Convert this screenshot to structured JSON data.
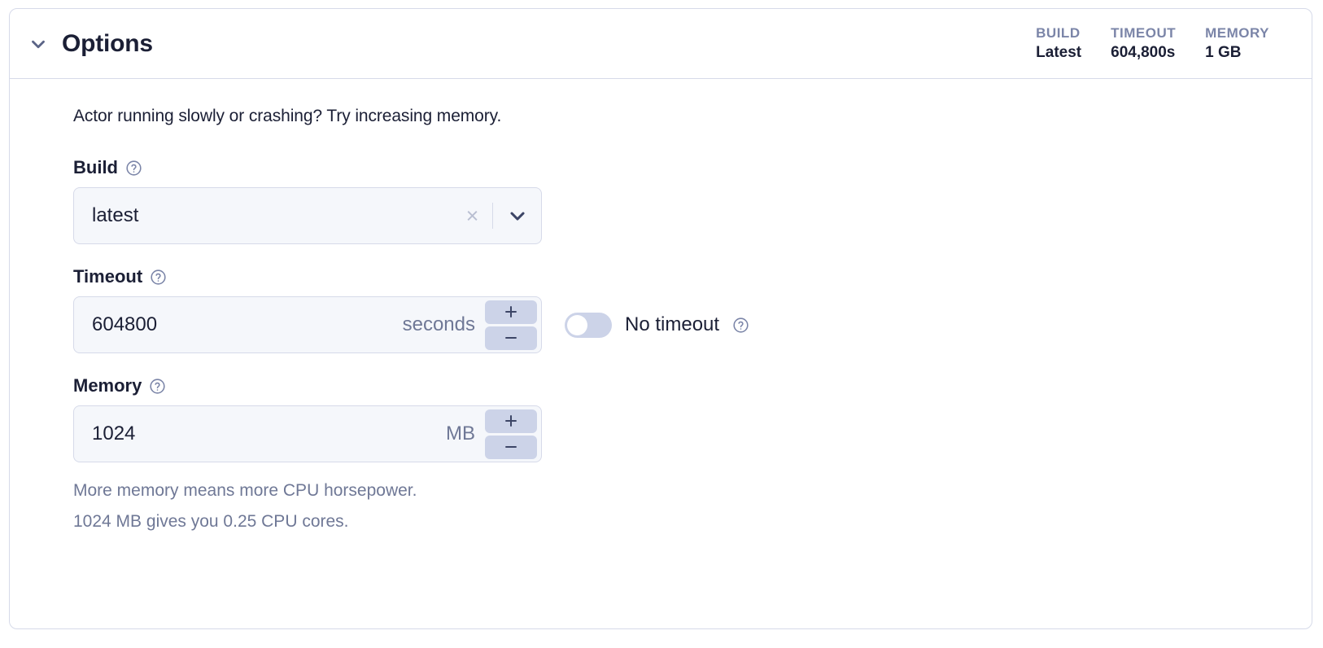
{
  "card": {
    "header": {
      "title": "Options",
      "collapse_icon": "chevron-down-icon",
      "summary": [
        {
          "label": "BUILD",
          "value": "Latest"
        },
        {
          "label": "TIMEOUT",
          "value": "604,800s"
        },
        {
          "label": "MEMORY",
          "value": "1 GB"
        }
      ]
    },
    "body": {
      "intro_text": "Actor running slowly or crashing? Try increasing memory.",
      "build": {
        "label": "Build",
        "help_icon": "help-circle-icon",
        "value": "latest",
        "clear_icon": "close-icon",
        "dropdown_icon": "chevron-down-icon"
      },
      "timeout": {
        "label": "Timeout",
        "help_icon": "help-circle-icon",
        "value": "604800",
        "unit": "seconds",
        "increment_icon": "plus-icon",
        "decrement_icon": "minus-icon",
        "no_timeout": {
          "label": "No timeout",
          "help_icon": "help-circle-icon",
          "checked": false
        }
      },
      "memory": {
        "label": "Memory",
        "help_icon": "help-circle-icon",
        "value": "1024",
        "unit": "MB",
        "increment_icon": "plus-icon",
        "decrement_icon": "minus-icon",
        "hint_line_1": "More memory means more CPU horsepower.",
        "hint_line_2": "1024 MB gives you 0.25 CPU cores."
      }
    }
  },
  "colors": {
    "border": "#d6dae9",
    "field_bg": "#f5f7fb",
    "accent_muted": "#ccd3e8",
    "text_primary": "#1b1f35",
    "text_muted": "#6f7896",
    "label_muted": "#7b85a8"
  }
}
